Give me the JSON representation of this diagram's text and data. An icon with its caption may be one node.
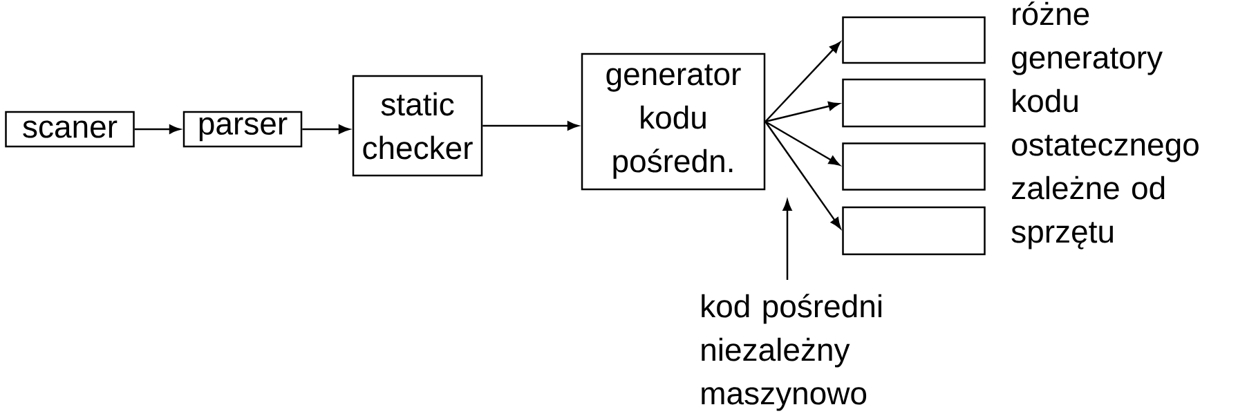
{
  "diagram": {
    "nodes": [
      {
        "text": [
          "scaner"
        ]
      },
      {
        "text": [
          "parser"
        ]
      },
      {
        "text": [
          "static checker"
        ]
      },
      {
        "text": [
          "generator kodu pośredn."
        ]
      },
      {
        "text": [],
        "shape": "box"
      },
      {
        "text": [],
        "shape": "box"
      },
      {
        "text": [],
        "shape": "box"
      },
      {
        "text": [],
        "shape": "box"
      },
      {
        "text": [
          "kod pośredni niezależny maszynowo"
        ]
      }
    ],
    "edges": [
      {
        "from": 0,
        "to": 1,
        "arrow": "to"
      },
      {
        "from": 1,
        "to": 2,
        "arrow": "to"
      },
      {
        "from": 2,
        "to": 3,
        "arrow": "to"
      },
      {
        "from": 3,
        "to": 4,
        "arrow": "to"
      },
      {
        "from": 3,
        "to": 5,
        "arrow": "to"
      },
      {
        "from": 3,
        "to": 6,
        "arrow": "to"
      },
      {
        "from": 3,
        "to": 7,
        "arrow": "to"
      },
      {
        "from": 8,
        "to": null,
        "arrow": "to"
      }
    ],
    "labels": [
      "różne generatory kodu ostatecznego zależne od sprzętu"
    ]
  }
}
